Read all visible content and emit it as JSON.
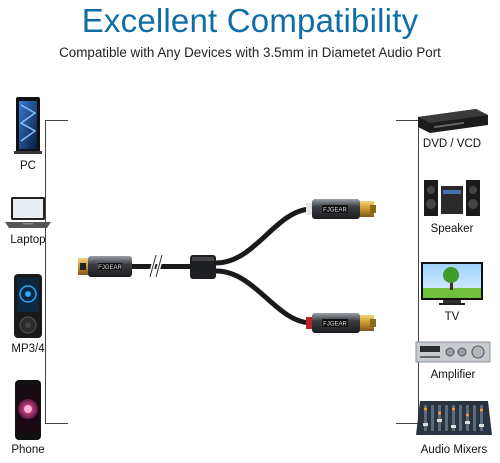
{
  "header": {
    "title": "Excellent Compatibility",
    "subtitle": "Compatible with Any Devices with 3.5mm in Diametet Audio Port"
  },
  "left_devices": [
    {
      "label": "PC",
      "icon": "pc-tower-icon"
    },
    {
      "label": "Laptop",
      "icon": "laptop-icon"
    },
    {
      "label": "MP3/4",
      "icon": "mp3-player-icon"
    },
    {
      "label": "Phone",
      "icon": "phone-icon"
    }
  ],
  "right_devices": [
    {
      "label": "DVD / VCD",
      "icon": "dvd-player-icon"
    },
    {
      "label": "Speaker",
      "icon": "speaker-system-icon"
    },
    {
      "label": "TV",
      "icon": "tv-icon"
    },
    {
      "label": "Amplifier",
      "icon": "amplifier-icon"
    },
    {
      "label": "Audio Mixers",
      "icon": "audio-mixer-icon"
    }
  ],
  "cable": {
    "brand_text": "FJGEAR",
    "accent_colors": {
      "white_channel": "#e6e6e6",
      "red_channel": "#c0202a",
      "gold": "#d4a63a"
    }
  }
}
